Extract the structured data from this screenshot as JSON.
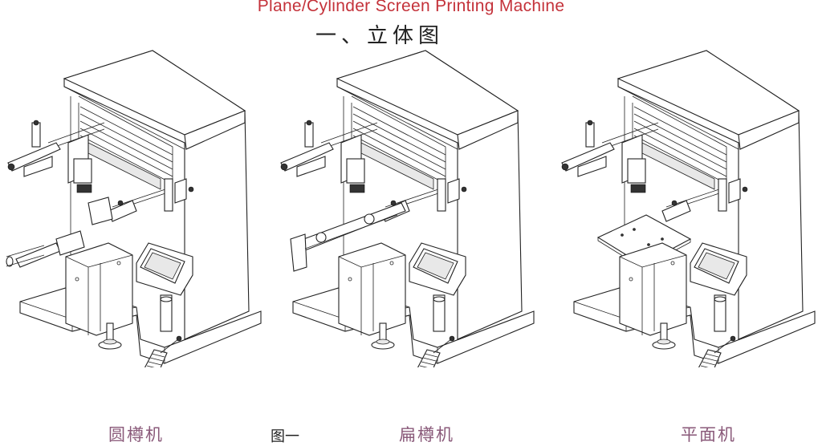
{
  "header": {
    "title_en": "Plane/Cylinder Screen Printing Machine",
    "title_cn": "一、立体图"
  },
  "figure": {
    "label": "图一",
    "machines": [
      {
        "id": "cylinder",
        "caption": "圆樽机",
        "worktable": "cylinder-fixture"
      },
      {
        "id": "flat-cylinder",
        "caption": "扁樽机",
        "worktable": "long-cylinder-fixture"
      },
      {
        "id": "flat",
        "caption": "平面机",
        "worktable": "flat-plate"
      }
    ]
  },
  "colors": {
    "title_en": "#c4323a",
    "caption": "#8a5a7a",
    "line": "#222222"
  }
}
